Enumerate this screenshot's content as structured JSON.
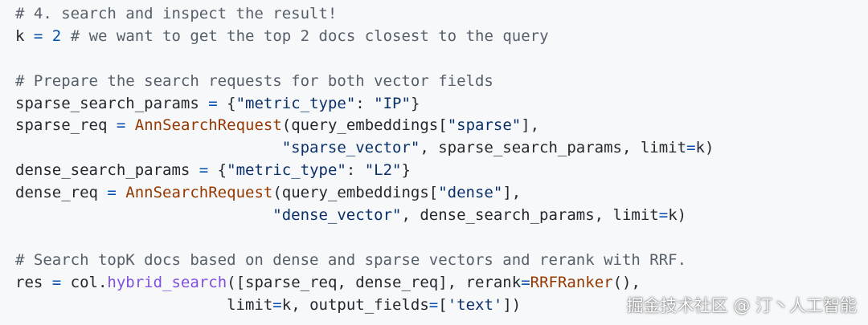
{
  "colors": {
    "background": "#f6f8fa",
    "comment": "#57606a",
    "operator": "#0550ae",
    "string": "#0a3069",
    "class": "#953800",
    "function": "#8250df",
    "text": "#24292f"
  },
  "code": {
    "lines": [
      [
        {
          "t": "# 4. search and inspect the result!",
          "c": "comment"
        }
      ],
      [
        {
          "t": "k ",
          "c": "plain"
        },
        {
          "t": "=",
          "c": "op"
        },
        {
          "t": " ",
          "c": "plain"
        },
        {
          "t": "2",
          "c": "num"
        },
        {
          "t": " # we want to get the top 2 docs closest to the query",
          "c": "comment"
        }
      ],
      [],
      [
        {
          "t": "# Prepare the search requests for both vector fields",
          "c": "comment"
        }
      ],
      [
        {
          "t": "sparse_search_params ",
          "c": "plain"
        },
        {
          "t": "=",
          "c": "op"
        },
        {
          "t": " {",
          "c": "plain"
        },
        {
          "t": "\"metric_type\"",
          "c": "str"
        },
        {
          "t": ": ",
          "c": "plain"
        },
        {
          "t": "\"IP\"",
          "c": "str"
        },
        {
          "t": "}",
          "c": "plain"
        }
      ],
      [
        {
          "t": "sparse_req ",
          "c": "plain"
        },
        {
          "t": "=",
          "c": "op"
        },
        {
          "t": " ",
          "c": "plain"
        },
        {
          "t": "AnnSearchRequest",
          "c": "cls"
        },
        {
          "t": "(query_embeddings[",
          "c": "plain"
        },
        {
          "t": "\"sparse\"",
          "c": "str"
        },
        {
          "t": "],",
          "c": "plain"
        }
      ],
      [
        {
          "t": "                             ",
          "c": "plain"
        },
        {
          "t": "\"sparse_vector\"",
          "c": "str"
        },
        {
          "t": ", sparse_search_params, limit",
          "c": "plain"
        },
        {
          "t": "=",
          "c": "op"
        },
        {
          "t": "k)",
          "c": "plain"
        }
      ],
      [
        {
          "t": "dense_search_params ",
          "c": "plain"
        },
        {
          "t": "=",
          "c": "op"
        },
        {
          "t": " {",
          "c": "plain"
        },
        {
          "t": "\"metric_type\"",
          "c": "str"
        },
        {
          "t": ": ",
          "c": "plain"
        },
        {
          "t": "\"L2\"",
          "c": "str"
        },
        {
          "t": "}",
          "c": "plain"
        }
      ],
      [
        {
          "t": "dense_req ",
          "c": "plain"
        },
        {
          "t": "=",
          "c": "op"
        },
        {
          "t": " ",
          "c": "plain"
        },
        {
          "t": "AnnSearchRequest",
          "c": "cls"
        },
        {
          "t": "(query_embeddings[",
          "c": "plain"
        },
        {
          "t": "\"dense\"",
          "c": "str"
        },
        {
          "t": "],",
          "c": "plain"
        }
      ],
      [
        {
          "t": "                            ",
          "c": "plain"
        },
        {
          "t": "\"dense_vector\"",
          "c": "str"
        },
        {
          "t": ", dense_search_params, limit",
          "c": "plain"
        },
        {
          "t": "=",
          "c": "op"
        },
        {
          "t": "k)",
          "c": "plain"
        }
      ],
      [],
      [
        {
          "t": "# Search topK docs based on dense and sparse vectors and rerank with RRF.",
          "c": "comment"
        }
      ],
      [
        {
          "t": "res ",
          "c": "plain"
        },
        {
          "t": "=",
          "c": "op"
        },
        {
          "t": " col.",
          "c": "plain"
        },
        {
          "t": "hybrid_search",
          "c": "fn"
        },
        {
          "t": "([sparse_req, dense_req], rerank",
          "c": "plain"
        },
        {
          "t": "=",
          "c": "op"
        },
        {
          "t": "RRFRanker",
          "c": "cls"
        },
        {
          "t": "(),",
          "c": "plain"
        }
      ],
      [
        {
          "t": "                       limit",
          "c": "plain"
        },
        {
          "t": "=",
          "c": "op"
        },
        {
          "t": "k, output_fields",
          "c": "plain"
        },
        {
          "t": "=",
          "c": "op"
        },
        {
          "t": "[",
          "c": "plain"
        },
        {
          "t": "'text'",
          "c": "str"
        },
        {
          "t": "])",
          "c": "plain"
        }
      ]
    ]
  },
  "watermark": "掘金技术社区 @ 汀丶人工智能"
}
